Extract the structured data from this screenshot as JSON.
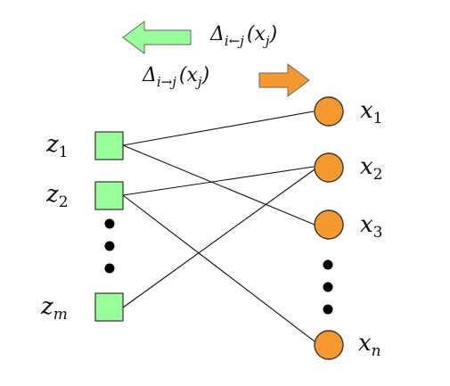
{
  "messages": {
    "left": {
      "delta": "Δ",
      "subscript": "i←j",
      "argument": "(x",
      "argument_subscript": "j",
      "close": ")",
      "arrow_color": "#99ff99",
      "arrow_direction": "left"
    },
    "right": {
      "delta": "Δ",
      "subscript": "i→j",
      "argument": "(x",
      "argument_subscript": "j",
      "close": ")",
      "arrow_color": "#f79a2e",
      "arrow_direction": "right"
    }
  },
  "factor_nodes": [
    {
      "id": "z1",
      "base": "z",
      "subscript": "1"
    },
    {
      "id": "z2",
      "base": "z",
      "subscript": "2"
    },
    {
      "id": "zm",
      "base": "z",
      "subscript": "m"
    }
  ],
  "variable_nodes": [
    {
      "id": "x1",
      "base": "x",
      "subscript": "1"
    },
    {
      "id": "x2",
      "base": "x",
      "subscript": "2"
    },
    {
      "id": "x3",
      "base": "x",
      "subscript": "3"
    },
    {
      "id": "xn",
      "base": "x",
      "subscript": "n"
    }
  ],
  "edges": [
    {
      "from": "z1",
      "to": "x1"
    },
    {
      "from": "z1",
      "to": "x3"
    },
    {
      "from": "z2",
      "to": "x2"
    },
    {
      "from": "z2",
      "to": "xn"
    },
    {
      "from": "zm",
      "to": "x2"
    }
  ],
  "colors": {
    "factor_fill": "#99ff99",
    "variable_fill": "#f79a2e",
    "edge": "#111111"
  },
  "ellipsis": {
    "factor_side": "vertical-dots",
    "variable_side": "vertical-dots"
  }
}
